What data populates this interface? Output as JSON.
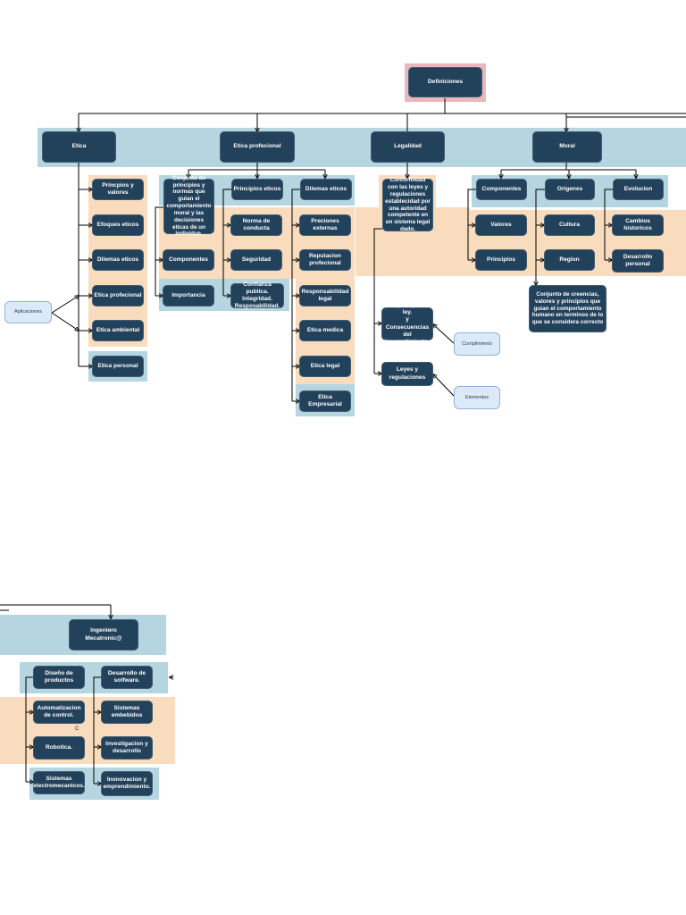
{
  "diagram1": {
    "root": "Definiciones",
    "level1": {
      "etica": "Etica",
      "etica_profesional": "Etica profecional",
      "legalidad": "Legalidad",
      "moral": "Moral"
    },
    "etica_items": {
      "principios": "Princpios y valores",
      "enfoques": "Efoques eticos",
      "dilemas": "Dilemas eticos",
      "profesional": "Etica profecional",
      "ambiental": "Etica ambiental",
      "personal": "Etica personal"
    },
    "aplicaciones": "Aplicaciones",
    "ep_col1": {
      "definicion": "Conjunto de principios y normas que guian el comportamiento moral y las decisiones eticas de un individuo.",
      "componentes": "Componentes",
      "importancia": "Importancia"
    },
    "ep_col2": {
      "principios": "Principios eticos",
      "norma": "Norma de conducta",
      "seguridad": "Seguridad",
      "confianza": "Confianza publica.\nIntegridad.\nResposabilidad."
    },
    "ep_col3": {
      "dilemas": "Dilemas  eticos",
      "presiones": "Preciones externas",
      "reputacion": "Reputacion\nprofecional",
      "responsabilidad": "Responsabilidad\nlegal",
      "medica": "Etica medica",
      "legal": "Etica legal",
      "empresarial": "Etica Empresarial"
    },
    "legalidad_items": {
      "definicion": "Conformidad con las leyes y regulaciones establecidad por una autoridad competente en un sistema legal dado.",
      "respeto": "Respeto por la ley.\ny\nConsecuencias del incumplimiento.",
      "leyes": "Leyes y\nregulaciones",
      "cumplimiento": "Cumplimiento",
      "elementos": "Elementos"
    },
    "moral_items": {
      "componentes": "Componentes",
      "valores": "Valores",
      "principios": "Principios",
      "origenes": "Origenes",
      "cultura": "Cultura",
      "region": "Region",
      "definicion": "Conjunto de creencias, valores y principios que guian el comportamiento humano en terminos de lo que se considera correcto",
      "evolucion": "Evolucion",
      "cambios": "Cambios\nhistoricos",
      "desarrollo": "Desarrollo\npersonal"
    }
  },
  "diagram2": {
    "root": "Ingeniero\nMecatronic@",
    "col1": {
      "diseno": "Diseño de\nproductos",
      "automatizacion": "Automatizacion\nde control.",
      "robotica": "Robotica.",
      "sistemas": "Sistemas\nelectromecanicos."
    },
    "col2": {
      "software": "Desarrollo de\nsotfware.",
      "embebidos": "Sistemas\nembebidos",
      "investigacion": "Investigacion y\ndesarrollo",
      "innovacion": "Inonovacion y\nemprendimiento."
    },
    "stray_label": "C"
  },
  "colors": {
    "node": "#22415b",
    "band_blue": "#b5d5e1",
    "band_orange": "#f9dcbd",
    "band_pink": "#e9b8bd",
    "oval_fill": "#dbe9f8"
  }
}
